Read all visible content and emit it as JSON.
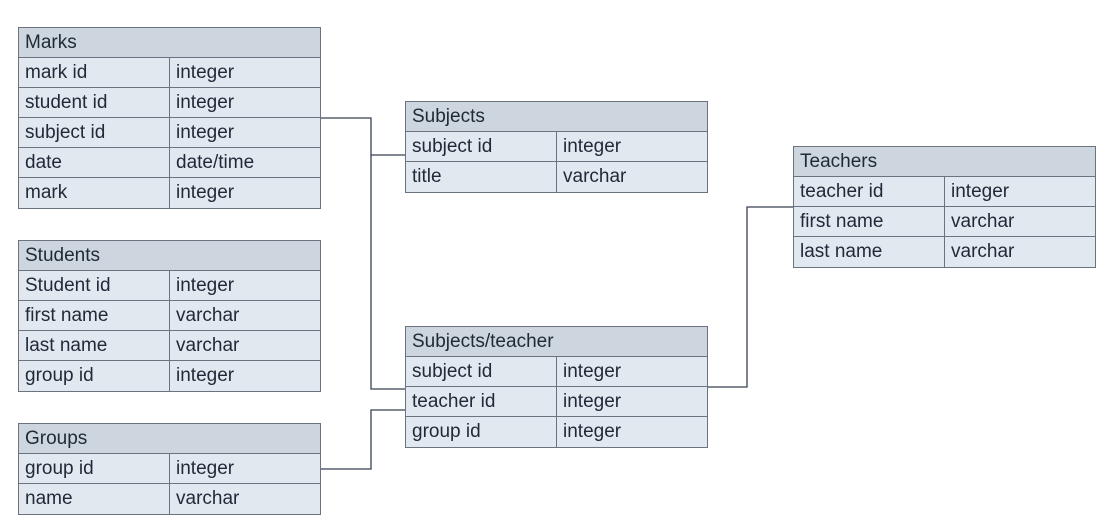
{
  "tables": {
    "marks": {
      "title": "Marks",
      "rows": [
        {
          "name": "mark id",
          "type": "integer"
        },
        {
          "name": "student id",
          "type": "integer"
        },
        {
          "name": "subject id",
          "type": "integer"
        },
        {
          "name": "date",
          "type": "date/time"
        },
        {
          "name": "mark",
          "type": "integer"
        }
      ]
    },
    "students": {
      "title": "Students",
      "rows": [
        {
          "name": "Student id",
          "type": "integer"
        },
        {
          "name": "first name",
          "type": "varchar"
        },
        {
          "name": "last name",
          "type": "varchar"
        },
        {
          "name": "group id",
          "type": "integer"
        }
      ]
    },
    "groups": {
      "title": "Groups",
      "rows": [
        {
          "name": "group id",
          "type": "integer"
        },
        {
          "name": "name",
          "type": "varchar"
        }
      ]
    },
    "subjects": {
      "title": "Subjects",
      "rows": [
        {
          "name": "subject id",
          "type": "integer"
        },
        {
          "name": "title",
          "type": "varchar"
        }
      ]
    },
    "subjects_teacher": {
      "title": "Subjects/teacher",
      "rows": [
        {
          "name": "subject id",
          "type": "integer"
        },
        {
          "name": "teacher id",
          "type": "integer"
        },
        {
          "name": "group id",
          "type": "integer"
        }
      ]
    },
    "teachers": {
      "title": "Teachers",
      "rows": [
        {
          "name": "teacher id",
          "type": "integer"
        },
        {
          "name": "first name",
          "type": "varchar"
        },
        {
          "name": "last name",
          "type": "varchar"
        }
      ]
    }
  },
  "colors": {
    "header_fill": "#cdd5de",
    "row_fill": "#e2e8ef",
    "border": "#6b7280",
    "connector": "#374151",
    "text": "#1f2937"
  }
}
